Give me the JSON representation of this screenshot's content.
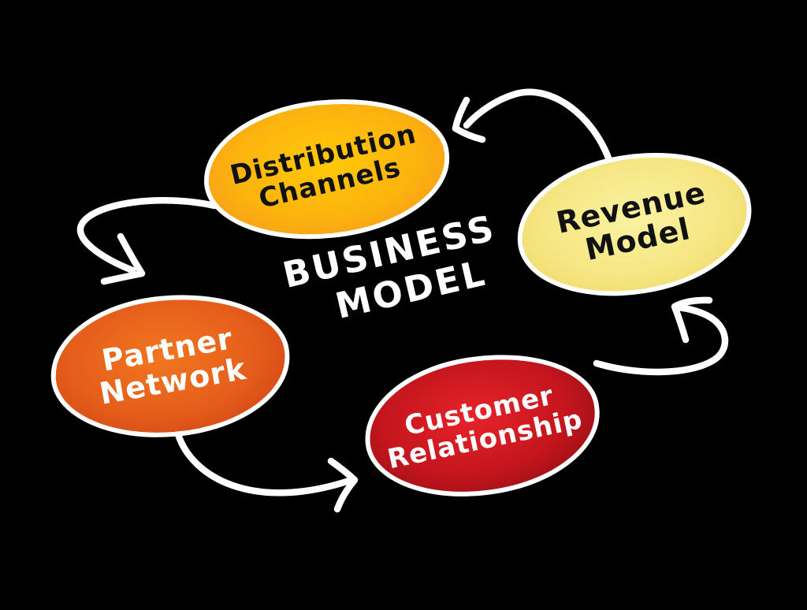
{
  "background_color": "#000000",
  "line_color": "#ffffff",
  "title": {
    "line1": "BUSINESS",
    "line2": "MODEL",
    "text_color": "#ffffff"
  },
  "nodes": [
    {
      "id": "distribution-channels",
      "line1": "Distribution",
      "line2": "Channels",
      "text_color": "#111111",
      "fill_center": "#ffc907",
      "fill_edge": "#f6911e",
      "border_color": "#ffffff"
    },
    {
      "id": "revenue-model",
      "line1": "Revenue",
      "line2": "Model",
      "text_color": "#111111",
      "fill_center": "#faf2a2",
      "fill_edge": "#efd25e",
      "border_color": "#ffffff"
    },
    {
      "id": "partner-network",
      "line1": "Partner",
      "line2": "Network",
      "text_color": "#ffffff",
      "fill_center": "#f1771f",
      "fill_edge": "#c93b13",
      "border_color": "#ffffff"
    },
    {
      "id": "customer-relationship",
      "line1": "Customer",
      "line2": "Relationship",
      "text_color": "#ffffff",
      "fill_center": "#e8232a",
      "fill_edge": "#7f0d11",
      "border_color": "#ffffff"
    }
  ],
  "arrows": [
    {
      "from": "revenue-model",
      "to": "distribution-channels"
    },
    {
      "from": "distribution-channels",
      "to": "partner-network"
    },
    {
      "from": "partner-network",
      "to": "customer-relationship"
    },
    {
      "from": "customer-relationship",
      "to": "revenue-model"
    }
  ]
}
